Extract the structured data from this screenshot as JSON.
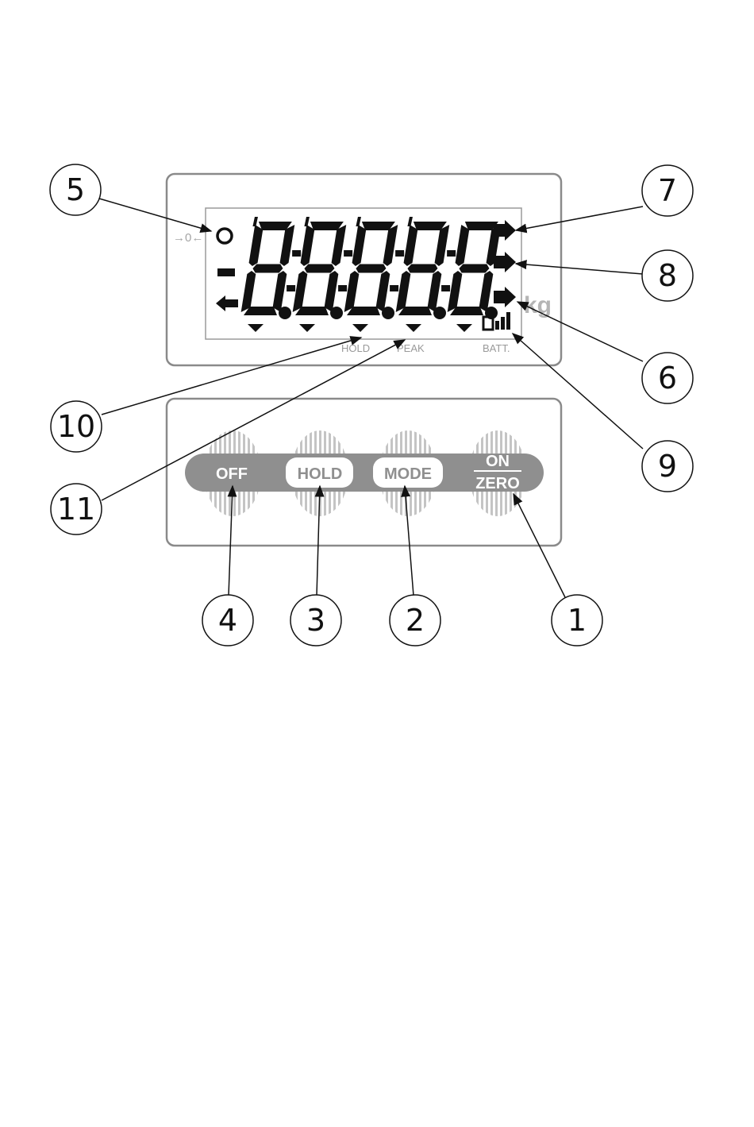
{
  "display": {
    "zero_indicator": "→0←",
    "unit": "kg",
    "labels": {
      "hold": "HOLD",
      "peak": "PEAK",
      "batt": "BATT."
    }
  },
  "buttons": {
    "off": "OFF",
    "hold": "HOLD",
    "mode": "MODE",
    "on": "ON",
    "zero": "ZERO"
  },
  "callouts": [
    "5",
    "7",
    "8",
    "6",
    "9",
    "10",
    "11",
    "4",
    "3",
    "2",
    "1"
  ],
  "colors": {
    "frame": "#8a8a8a",
    "segment": "#111111",
    "keypad_band": "#8f8f8f",
    "label_gray": "#9a9a9a"
  }
}
